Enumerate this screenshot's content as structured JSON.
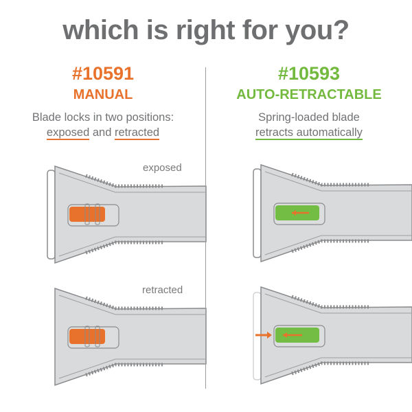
{
  "title": "which is right for you?",
  "manual": {
    "model": "#10591",
    "type": "MANUAL",
    "desc_line1": "Blade locks in two positions:",
    "desc_word1": "exposed",
    "desc_and": " and ",
    "desc_word2": "retracted",
    "label_top": "exposed",
    "label_bottom": "retracted"
  },
  "auto": {
    "model": "#10593",
    "type": "AUTO-RETRACTABLE",
    "desc_line1": "Spring-loaded blade",
    "desc_line2": "retracts automatically"
  },
  "colors": {
    "manual": "#e8722c",
    "auto": "#72b93e",
    "text": "#6e6f71"
  }
}
